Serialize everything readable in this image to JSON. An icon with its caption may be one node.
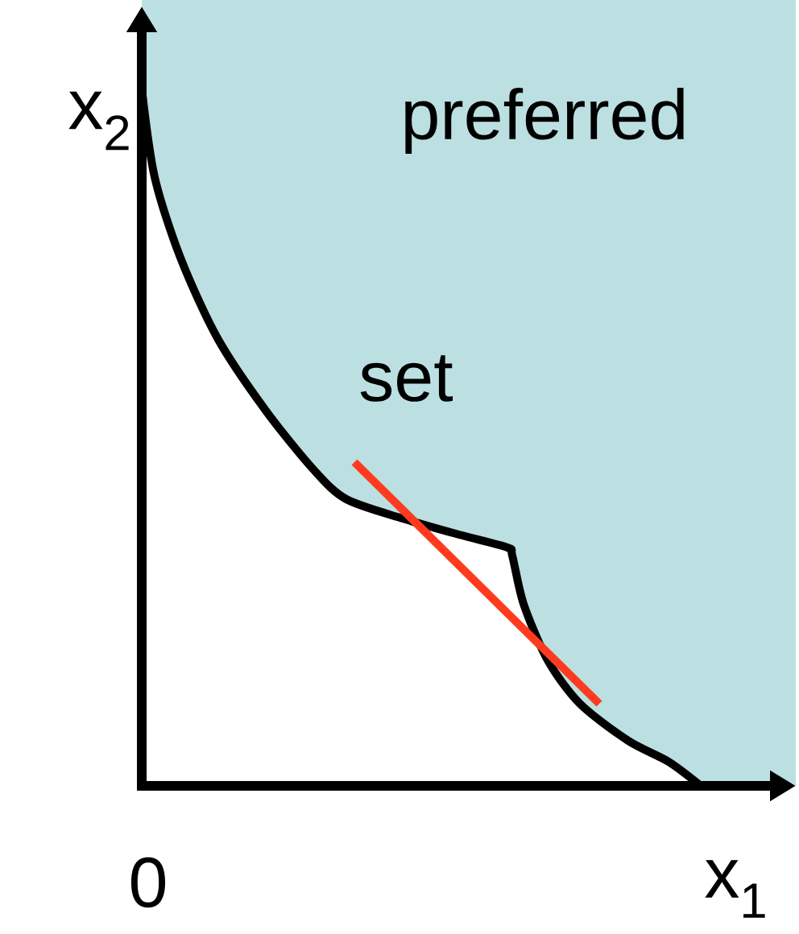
{
  "diagram": {
    "labels": [
      "x$_{2}$",
      "preferred",
      "set",
      "0",
      "x$_{1}$"
    ]
  }
}
